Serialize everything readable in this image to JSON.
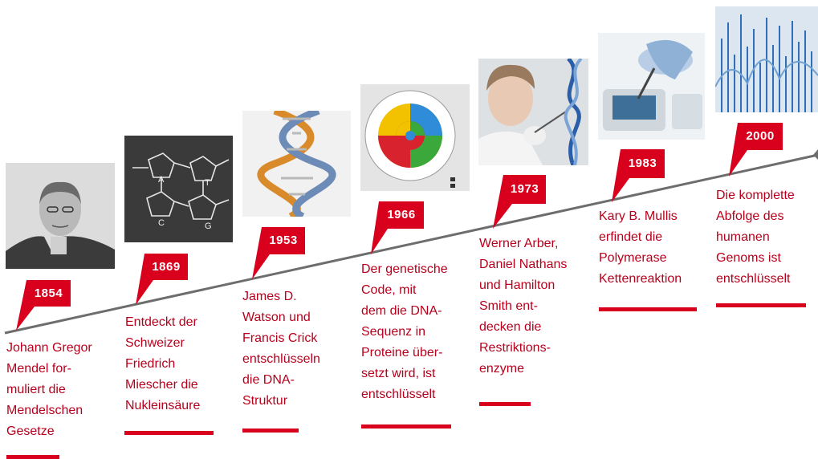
{
  "accent_color": "#d8001d",
  "line_color": "#6d6d6d",
  "caption_color": "#b8001c",
  "milestones": [
    {
      "year": "1854",
      "caption": "Johann Gregor\nMendel for-\nmuliert die\nMendelschen\nGesetze",
      "photo": "portrait of a man"
    },
    {
      "year": "1869",
      "caption": "Entdeckt der\nSchweizer\nFriedrich\nMiescher die\nNukleinsäure",
      "photo": "chalkboard with chemical structure sketch"
    },
    {
      "year": "1953",
      "caption": "James D.\nWatson und\nFrancis Crick\nentschlüsseln\ndie DNA-\nStruktur",
      "photo": "DNA double helix model"
    },
    {
      "year": "1966",
      "caption": "Der genetische\nCode, mit\ndem die DNA-\nSequenz in\nProteine über-\nsetzt wird, ist\nentschlüsselt",
      "photo": "genetic code wheel"
    },
    {
      "year": "1973",
      "caption": "Werner Arber,\nDaniel Nathans\nund Hamilton\nSmith ent-\ndecken die\nRestriktions-\nenzyme",
      "photo": "scientist with DNA model"
    },
    {
      "year": "1983",
      "caption": "Kary B. Mullis\nerfindet die\nPolymerase\nKettenreaktion",
      "photo": "laboratory pipetting"
    },
    {
      "year": "2000",
      "caption": "Die komplette\nAbfolge des\nhumanen\nGenoms ist\nentschlüsselt",
      "photo": "genome sequence chart"
    }
  ]
}
